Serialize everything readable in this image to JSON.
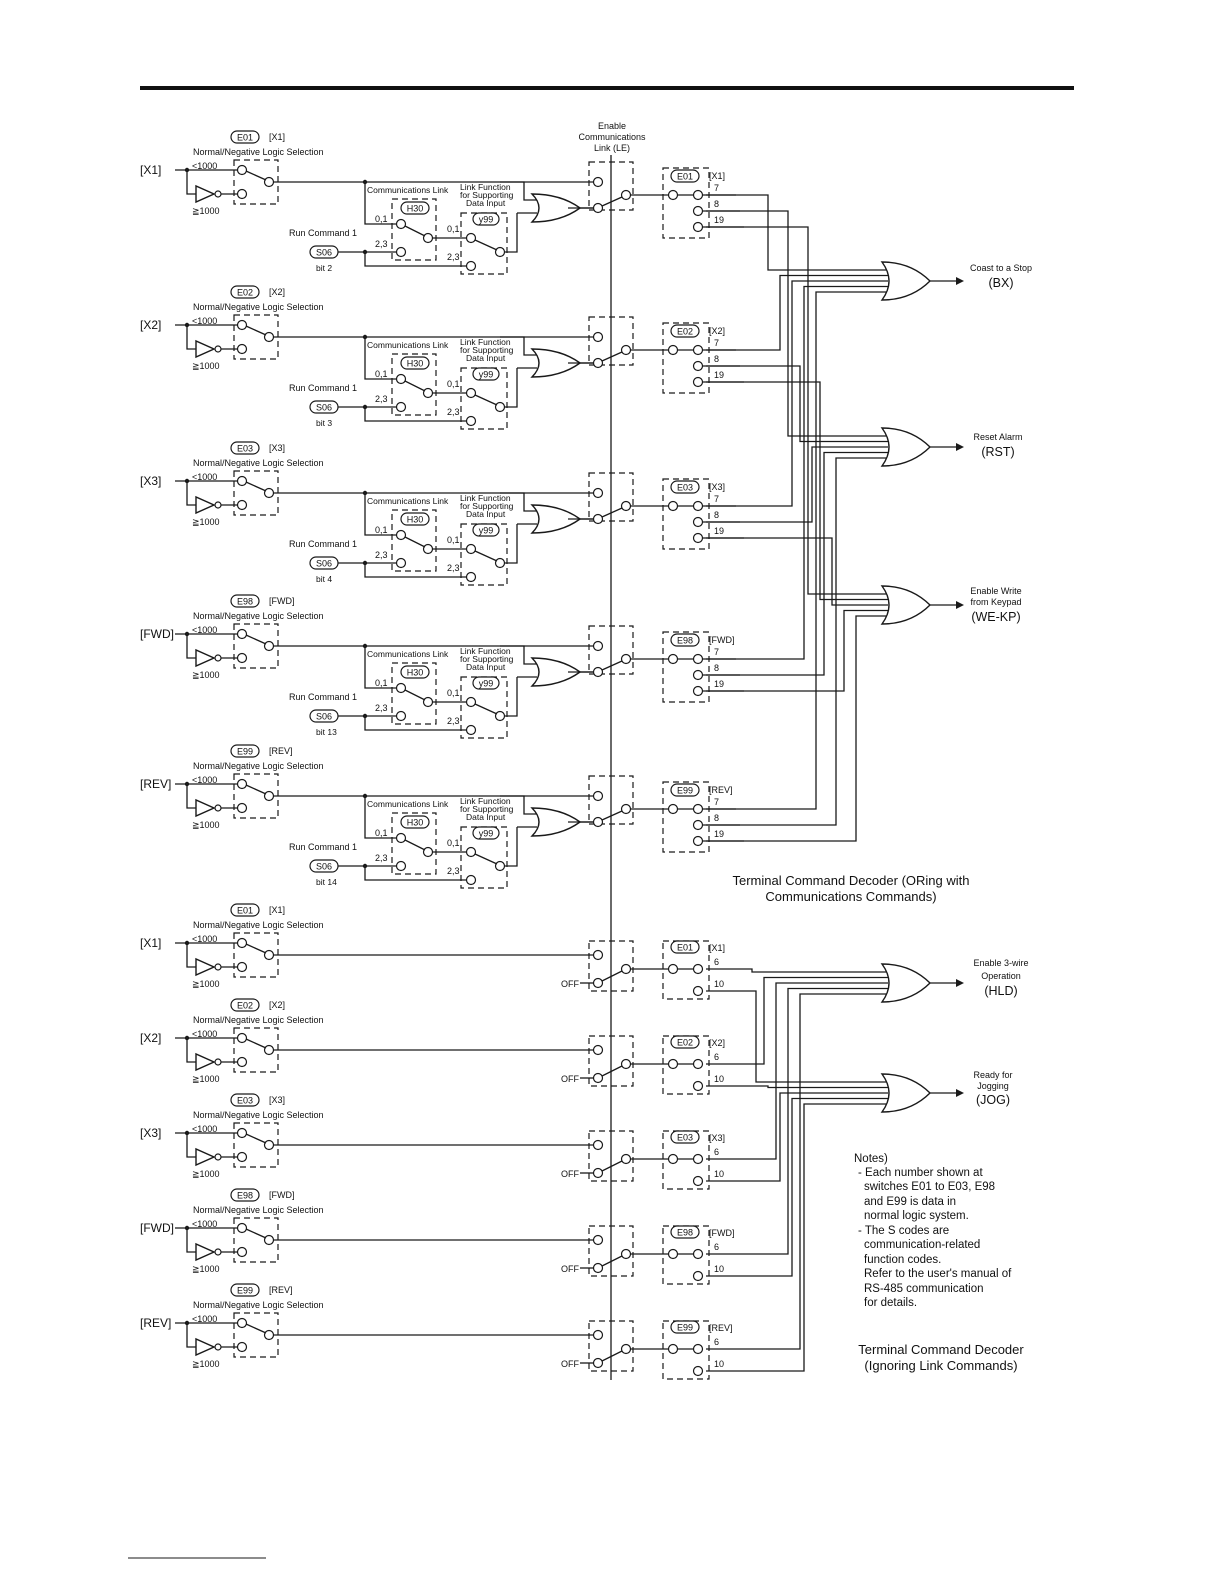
{
  "le": {
    "line1": "Enable",
    "line2": "Communications",
    "line3": "Link (LE)"
  },
  "common": {
    "logic_sel": "Normal/Negative Logic Selection",
    "lt1000": "<1000",
    "ge1000": "≧1000",
    "comm_link": "Communications Link",
    "link_func1": "Link Function",
    "link_func2": "for Supporting",
    "link_func3": "Data Input",
    "h30": "H30",
    "y99": "y99",
    "s06": "S06",
    "run_cmd": "Run Command 1",
    "pos01": "0,1",
    "pos23": "2,3",
    "off": "OFF"
  },
  "upper_rows": [
    {
      "terminal": "[X1]",
      "code": "E01",
      "tag": "[X1]",
      "bit": "bit 2"
    },
    {
      "terminal": "[X2]",
      "code": "E02",
      "tag": "[X2]",
      "bit": "bit 3"
    },
    {
      "terminal": "[X3]",
      "code": "E03",
      "tag": "[X3]",
      "bit": "bit 4"
    },
    {
      "terminal": "[FWD]",
      "code": "E98",
      "tag": "[FWD]",
      "bit": "bit 13"
    },
    {
      "terminal": "[REV]",
      "code": "E99",
      "tag": "[REV]",
      "bit": "bit 14"
    }
  ],
  "upper_selector_values": [
    "7",
    "8",
    "19"
  ],
  "lower_rows": [
    {
      "terminal": "[X1]",
      "code": "E01",
      "tag": "[X1]"
    },
    {
      "terminal": "[X2]",
      "code": "E02",
      "tag": "[X2]"
    },
    {
      "terminal": "[X3]",
      "code": "E03",
      "tag": "[X3]"
    },
    {
      "terminal": "[FWD]",
      "code": "E98",
      "tag": "[FWD]"
    },
    {
      "terminal": "[REV]",
      "code": "E99",
      "tag": "[REV]"
    }
  ],
  "lower_selector_values": [
    "6",
    "10"
  ],
  "outputs": [
    {
      "line1": "Coast to a Stop",
      "line2": "",
      "code": "(BX)"
    },
    {
      "line1": "Reset Alarm",
      "line2": "",
      "code": "(RST)"
    },
    {
      "line1": "Enable Write",
      "line2": "from Keypad",
      "code": "(WE-KP)"
    },
    {
      "line1": "Enable 3-wire",
      "line2": "Operation",
      "code": "(HLD)"
    },
    {
      "line1": "Ready for",
      "line2": "Jogging",
      "code": "(JOG)"
    }
  ],
  "decoder1": {
    "line1": "Terminal Command Decoder (ORing with",
    "line2": "Communications Commands)"
  },
  "decoder2": {
    "line1": "Terminal Command Decoder",
    "line2": "(Ignoring Link Commands)"
  },
  "notes": [
    "Notes)",
    "- Each number shown at",
    "switches E01 to E03, E98",
    "and E99 is data in",
    "normal logic system.",
    "- The S codes are",
    "communication-related",
    "function codes.",
    "Refer to the user's manual of",
    "RS-485 communication",
    "for details."
  ]
}
